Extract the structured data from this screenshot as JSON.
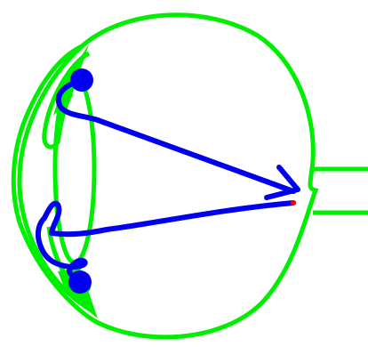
{
  "colors": {
    "background": "#ffffff",
    "eye_outline": "#00ee00",
    "lens_and_structures": "#00ee00",
    "light_rays": "#0000ee",
    "focal_point": "#ff0000"
  },
  "icons": {
    "upper_source": "filled-circle",
    "lower_source": "filled-circle",
    "ray_end": "arrowhead"
  }
}
